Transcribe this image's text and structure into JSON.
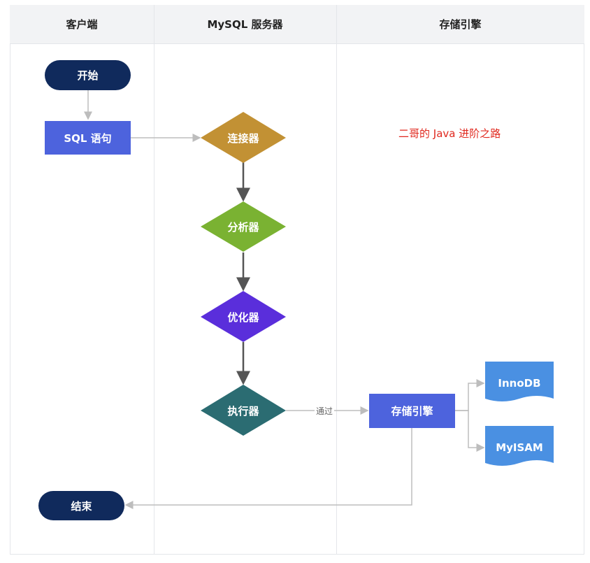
{
  "lanes": [
    {
      "label": "客户端"
    },
    {
      "label": "MySQL 服务器"
    },
    {
      "label": "存储引擎"
    }
  ],
  "nodes": {
    "start": "开始",
    "sql_statement": "SQL 语句",
    "connector": "连接器",
    "analyzer": "分析器",
    "optimizer": "优化器",
    "executor": "执行器",
    "storage_engine": "存储引擎",
    "innodb": "InnoDB",
    "myisam": "MyISAM",
    "end": "结束"
  },
  "edge_labels": {
    "via": "通过"
  },
  "watermark": "二哥的 Java 进阶之路",
  "colors": {
    "terminal": "#102a5c",
    "process": "#4d63dd",
    "connector": "#c29134",
    "analyzer": "#7ab232",
    "optimizer": "#5a2edb",
    "executor": "#2b6c72",
    "document": "#4a90e2",
    "watermark": "#e0281e"
  }
}
